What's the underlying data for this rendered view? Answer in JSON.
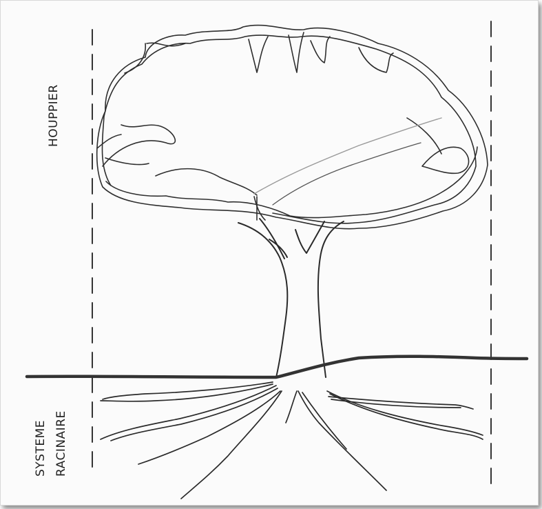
{
  "labels": {
    "crown": "HOUPPIER",
    "roots_line1": "SYSTEME",
    "roots_line2": "RACINAIRE"
  },
  "colors": {
    "ink": "#2a2a2a",
    "ground": "#333333",
    "paper": "#fbfbfb"
  }
}
